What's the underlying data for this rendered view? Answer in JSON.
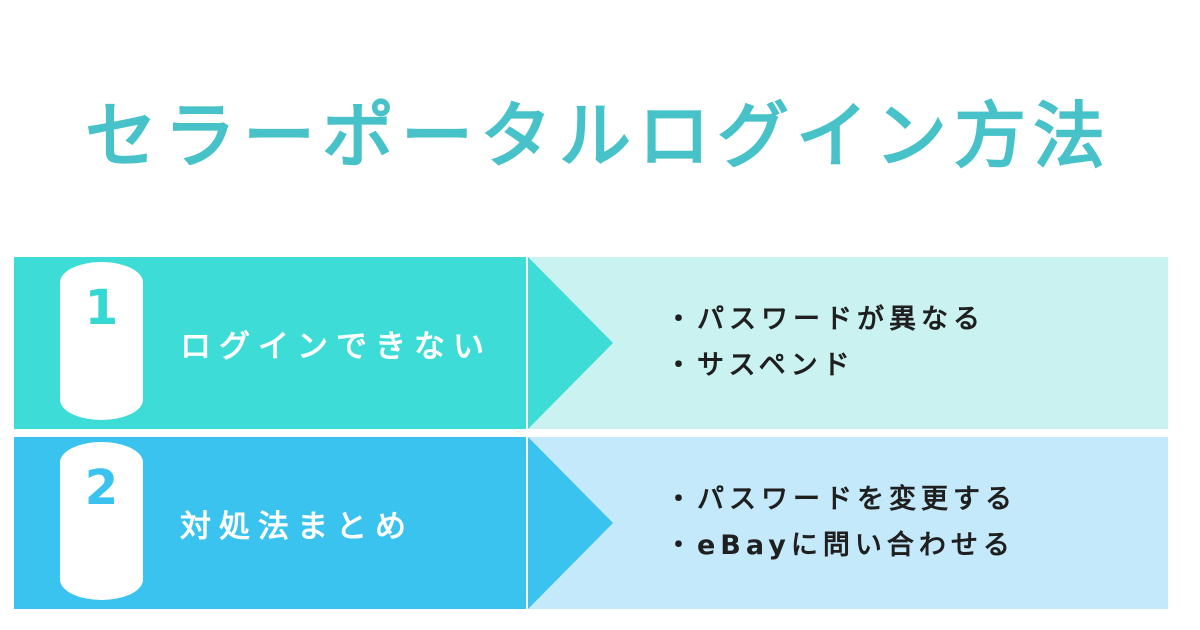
{
  "title": "セラーポータルログイン方法",
  "colors": {
    "background": "#ffffff",
    "title": "#48c2c9",
    "bullet_text": "#1f1f1f"
  },
  "rows": [
    {
      "number": "1",
      "label": "ログインできない",
      "bullets": [
        "・パスワードが異なる",
        "・サスペンド"
      ],
      "solid_color": "#3edcd6",
      "light_color": "#c9f2f0",
      "number_color": "#35d8d2"
    },
    {
      "number": "2",
      "label": "対処法まとめ",
      "bullets": [
        "・パスワードを変更する",
        "・eBayに問い合わせる"
      ],
      "solid_color": "#39c3ee",
      "light_color": "#c4e9fa",
      "number_color": "#39c3ee"
    }
  ]
}
